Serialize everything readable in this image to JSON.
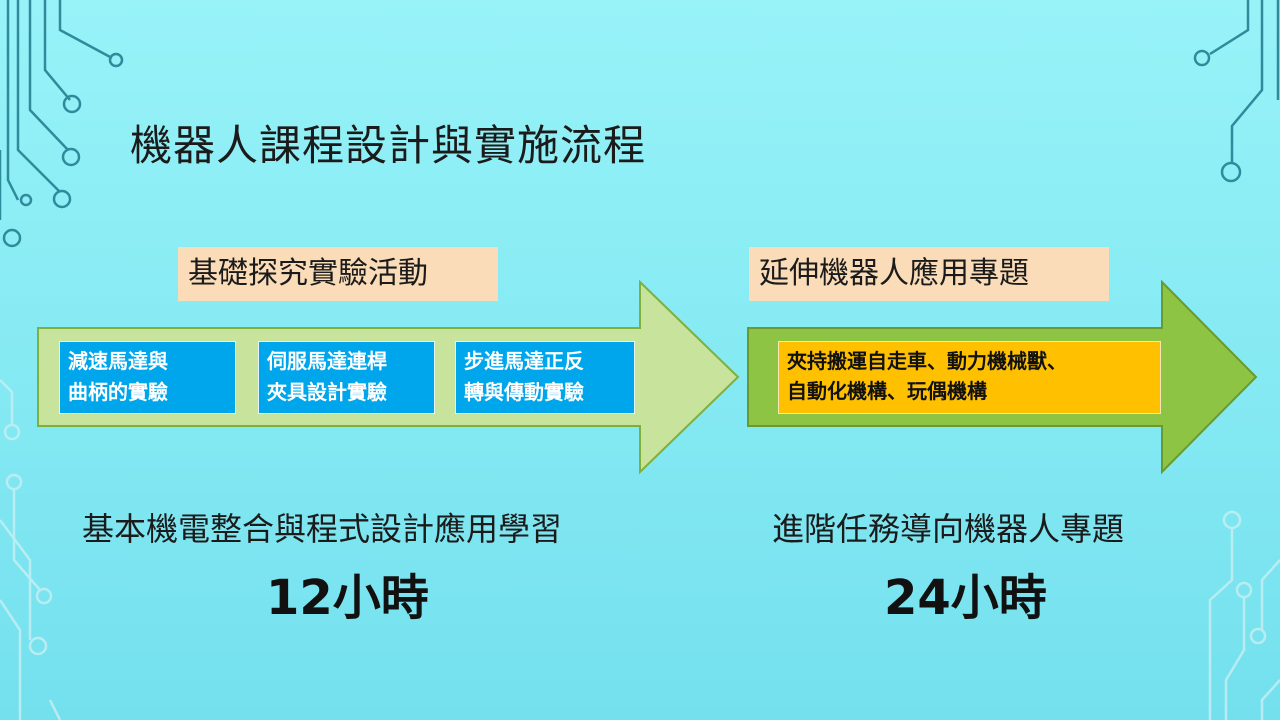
{
  "slide": {
    "title": "機器人課程設計與實施流程"
  },
  "stage1": {
    "tag": "基礎探究實驗活動",
    "boxes": [
      {
        "line1": "減速馬達與",
        "line2": "曲柄的實驗"
      },
      {
        "line1": "伺服馬達連桿",
        "line2": "夾具設計實驗"
      },
      {
        "line1": "步進馬達正反",
        "line2": "轉與傳動實驗"
      }
    ],
    "caption": "基本機電整合與程式設計應用學習",
    "hours": "12小時",
    "arrow_color": "#c8e39b"
  },
  "stage2": {
    "tag": "延伸機器人應用專題",
    "box": {
      "line1": "夾持搬運自走車、動力機械獸、",
      "line2": "自動化機構、玩偶機構"
    },
    "caption": "進階任務導向機器人專題",
    "hours": "24小時",
    "arrow_color": "#8dc443"
  },
  "colors": {
    "tag_bg": "#fbdcb8",
    "box_blue": "#00a6ec",
    "box_yellow": "#ffc000"
  }
}
